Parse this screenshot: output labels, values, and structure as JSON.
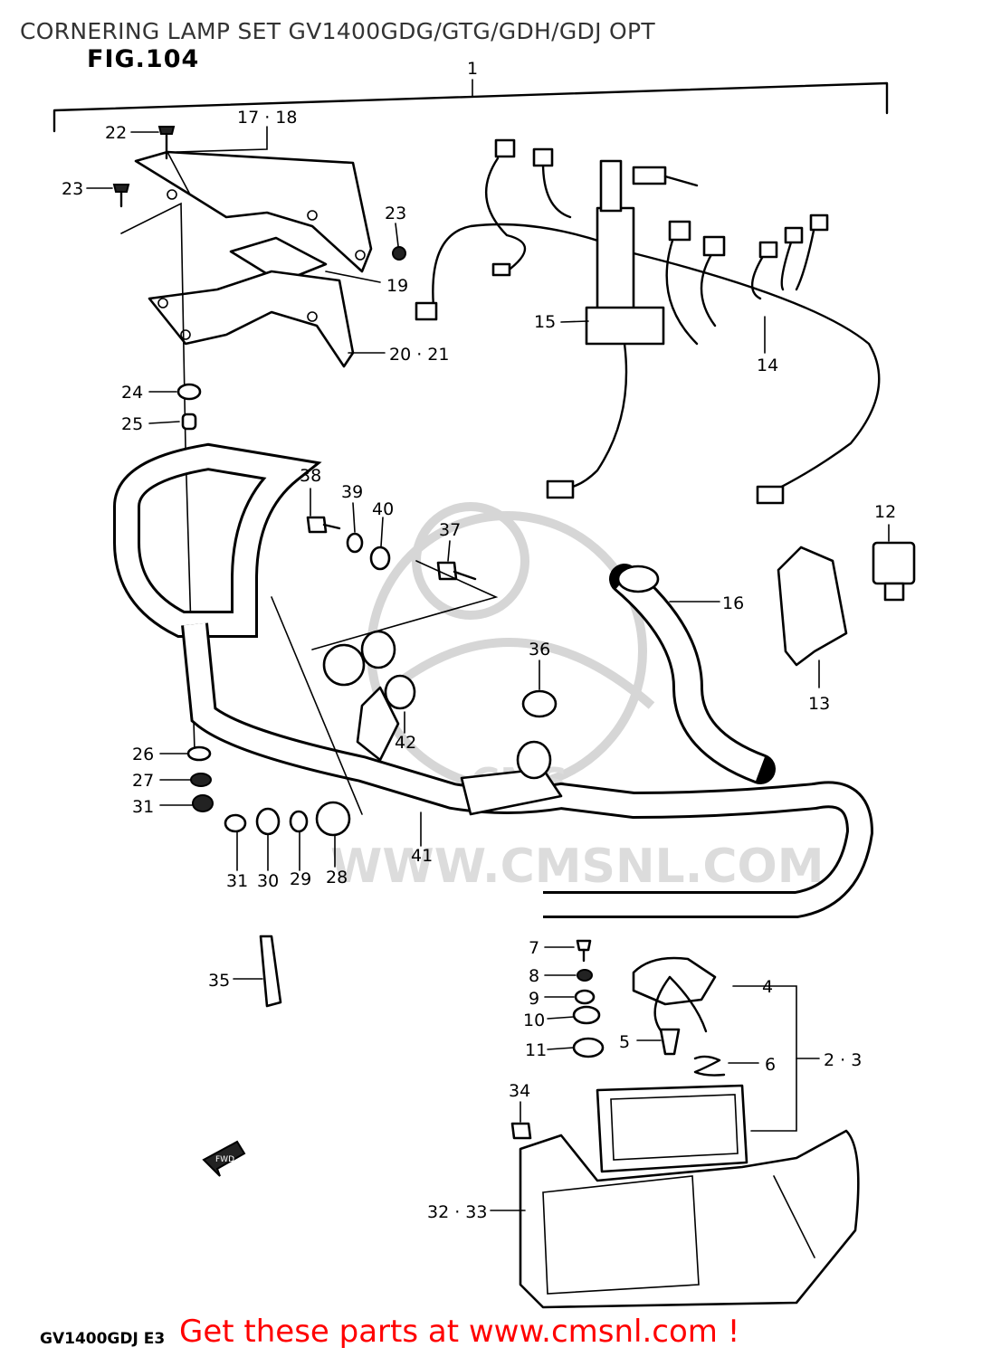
{
  "title": "CORNERING LAMP SET GV1400GDG/GTG/GDH/GDJ OPT",
  "figure": "FIG.104",
  "footer": {
    "model_code": "GV1400GDJ E3",
    "cta": "Get these parts at www.cmsnl.com !"
  },
  "watermark": {
    "logo_text": "CMS",
    "url_text": "WWW.CMSNL.COM"
  },
  "callouts": [
    {
      "id": "c1",
      "text": "1"
    },
    {
      "id": "c17",
      "text": "17 · 18"
    },
    {
      "id": "c22",
      "text": "22"
    },
    {
      "id": "c23a",
      "text": "23"
    },
    {
      "id": "c23b",
      "text": "23"
    },
    {
      "id": "c19",
      "text": "19"
    },
    {
      "id": "c20",
      "text": "20 · 21"
    },
    {
      "id": "c24",
      "text": "24"
    },
    {
      "id": "c25",
      "text": "25"
    },
    {
      "id": "c15",
      "text": "15"
    },
    {
      "id": "c14",
      "text": "14"
    },
    {
      "id": "c12",
      "text": "12"
    },
    {
      "id": "c13",
      "text": "13"
    },
    {
      "id": "c16",
      "text": "16"
    },
    {
      "id": "c38",
      "text": "38"
    },
    {
      "id": "c39",
      "text": "39"
    },
    {
      "id": "c40",
      "text": "40"
    },
    {
      "id": "c37",
      "text": "37"
    },
    {
      "id": "c36",
      "text": "36"
    },
    {
      "id": "c42",
      "text": "42"
    },
    {
      "id": "c26",
      "text": "26"
    },
    {
      "id": "c27",
      "text": "27"
    },
    {
      "id": "c31a",
      "text": "31"
    },
    {
      "id": "c31b",
      "text": "31"
    },
    {
      "id": "c30",
      "text": "30"
    },
    {
      "id": "c29",
      "text": "29"
    },
    {
      "id": "c28",
      "text": "28"
    },
    {
      "id": "c41",
      "text": "41"
    },
    {
      "id": "c35",
      "text": "35"
    },
    {
      "id": "c7",
      "text": "7"
    },
    {
      "id": "c8",
      "text": "8"
    },
    {
      "id": "c9",
      "text": "9"
    },
    {
      "id": "c10",
      "text": "10"
    },
    {
      "id": "c11",
      "text": "11"
    },
    {
      "id": "c5",
      "text": "5"
    },
    {
      "id": "c4",
      "text": "4"
    },
    {
      "id": "c6",
      "text": "6"
    },
    {
      "id": "c23c",
      "text": "2 · 3"
    },
    {
      "id": "c34",
      "text": "34"
    },
    {
      "id": "c32",
      "text": "32 · 33"
    }
  ],
  "fwd_arrow_label": "FWD"
}
